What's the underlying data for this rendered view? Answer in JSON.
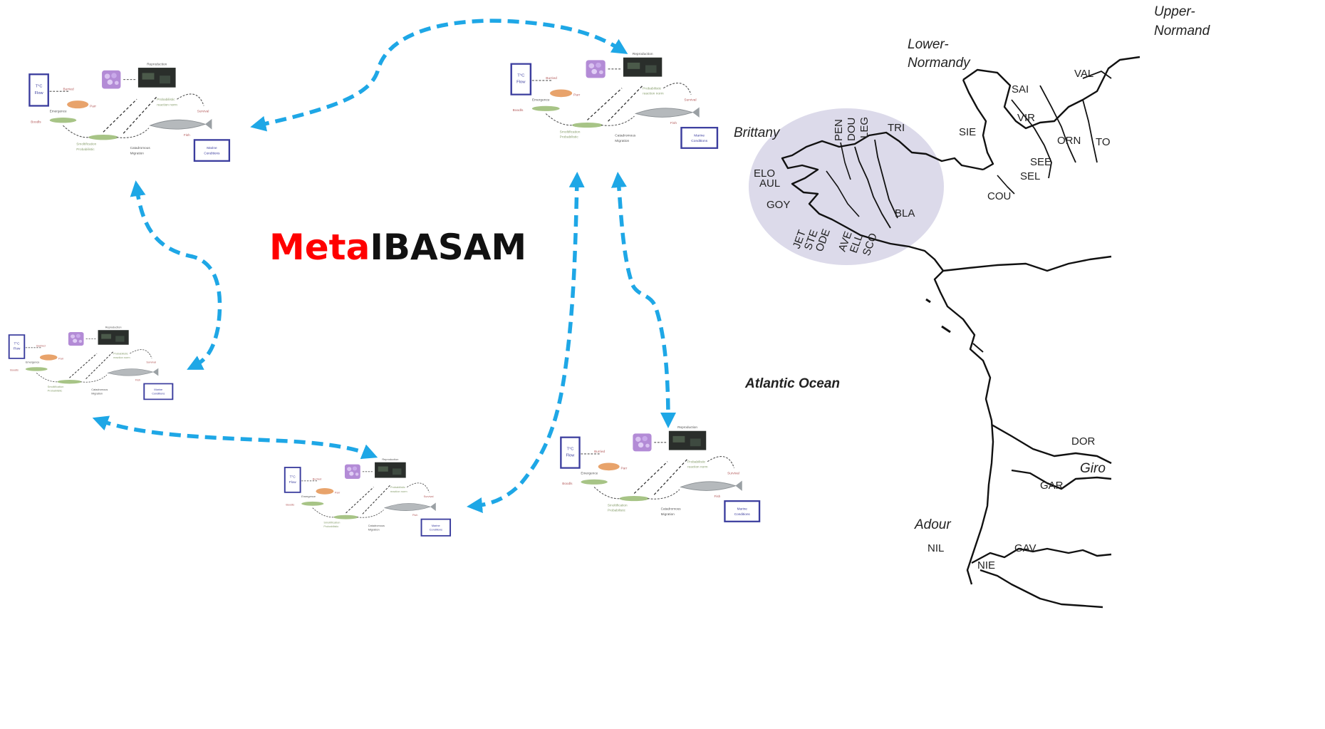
{
  "title": {
    "part1": "Meta",
    "part2": "IBASAM"
  },
  "colors": {
    "arrow": "#1ea7e6",
    "meta": "#ff0000",
    "brittany_ellipse": "#dcdaea"
  },
  "map": {
    "regions": {
      "upper_normandy_1": "Upper-",
      "upper_normandy_2": "Normand",
      "lower_normandy_1": "Lower-",
      "lower_normandy_2": "Normandy",
      "brittany": "Brittany",
      "atlantic": "Atlantic Ocean",
      "adour": "Adour",
      "gironde": "Giro"
    },
    "rivers": {
      "sai": "SAI",
      "val": "VAL",
      "vir": "VIR",
      "sie": "SIE",
      "orn": "ORN",
      "to": "TO",
      "see": "SEE",
      "sel": "SEL",
      "cou": "COU",
      "pen": "PEN",
      "dou": "DOU",
      "leg": "LEG",
      "tri": "TRI",
      "elo": "ELO",
      "aul": "AUL",
      "goy": "GOY",
      "bla": "BLA",
      "jet": "JET",
      "ste": "STE",
      "ode": "ODE",
      "ave": "AVE",
      "ell": "ELL",
      "sco": "SCO",
      "dor": "DOR",
      "gar": "GAR",
      "nil": "NIL",
      "nie": "NIE",
      "gav": "GAV"
    }
  }
}
